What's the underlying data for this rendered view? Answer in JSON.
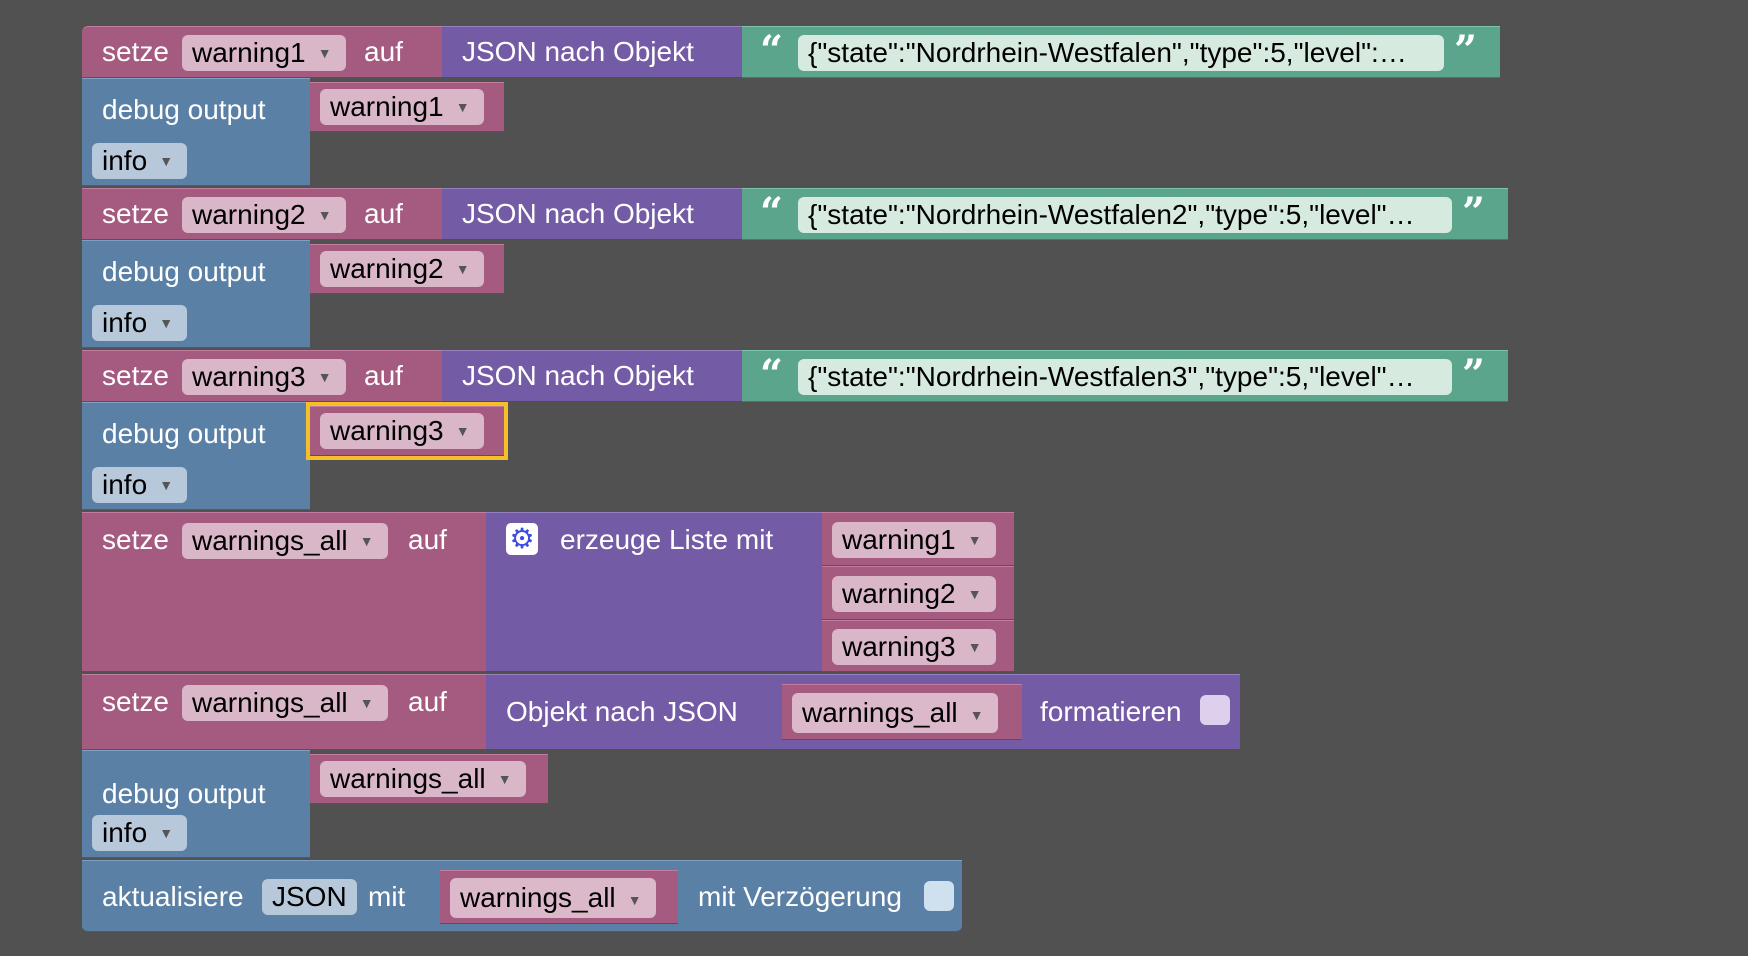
{
  "labels": {
    "setze": "setze",
    "auf": "auf",
    "json_parse": "JSON nach Objekt",
    "debug_output": "debug output",
    "create_list": "erzeuge Liste mit",
    "obj_to_json": "Objekt nach JSON",
    "format": "formatieren",
    "update": "aktualisiere",
    "with": "mit",
    "with_delay": "mit Verzögerung"
  },
  "blocks": {
    "set1": {
      "var": "warning1",
      "string": "{\"state\":\"Nordrhein-Westfalen\",\"type\":5,\"level\":…"
    },
    "dbg1": {
      "var": "warning1",
      "level": "info"
    },
    "set2": {
      "var": "warning2",
      "string": "{\"state\":\"Nordrhein-Westfalen2\",\"type\":5,\"level\"…"
    },
    "dbg2": {
      "var": "warning2",
      "level": "info"
    },
    "set3": {
      "var": "warning3",
      "string": "{\"state\":\"Nordrhein-Westfalen3\",\"type\":5,\"level\"…"
    },
    "dbg3": {
      "var": "warning3",
      "level": "info"
    },
    "set_all": {
      "var": "warnings_all",
      "items": [
        "warning1",
        "warning2",
        "warning3"
      ]
    },
    "set_all_json": {
      "var": "warnings_all",
      "source": "warnings_all"
    },
    "dbg_all": {
      "var": "warnings_all",
      "level": "info"
    },
    "update": {
      "state": "JSON",
      "value": "warnings_all"
    }
  }
}
